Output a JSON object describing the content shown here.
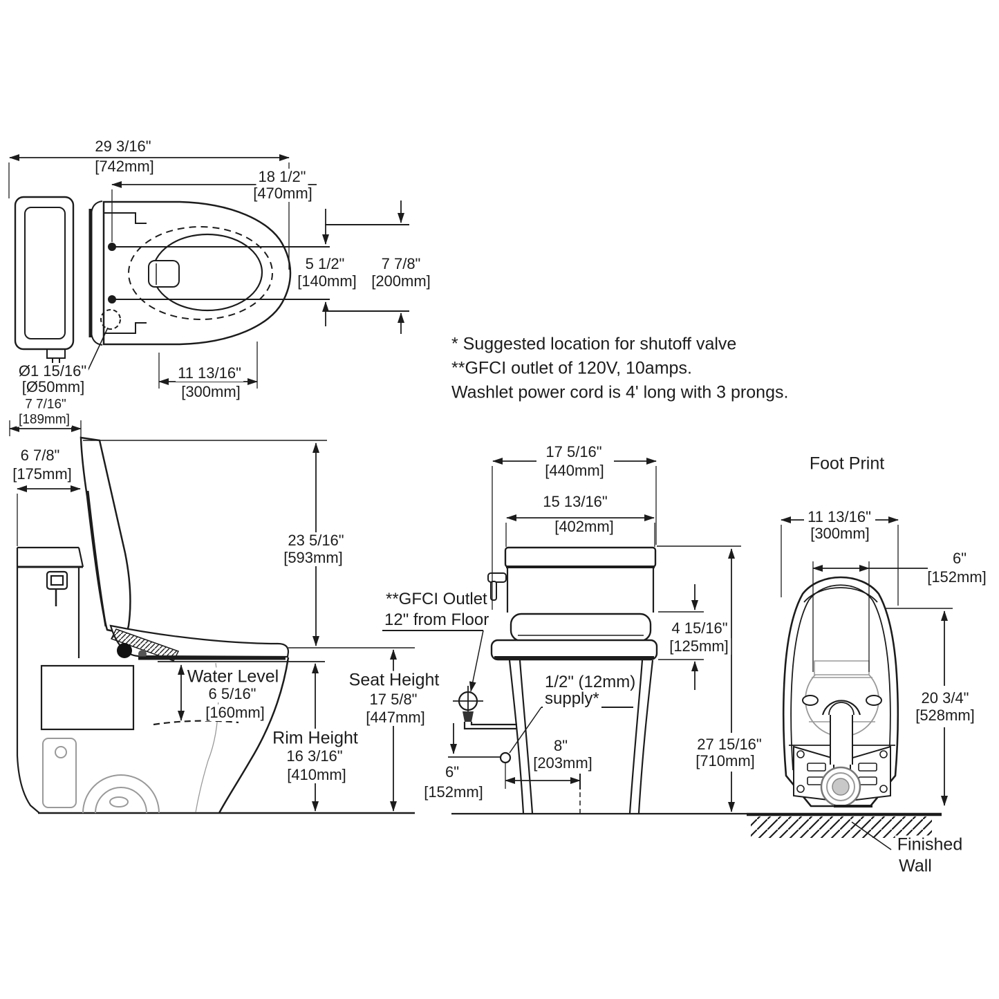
{
  "notes": {
    "line1": "* Suggested location for shutoff valve",
    "line2": "**GFCI outlet of 120V, 10amps.",
    "line3": "Washlet power cord is 4' long with 3 prongs."
  },
  "top_view": {
    "depth_in": "29 3/16\"",
    "depth_mm": "[742mm]",
    "hinge_to_front_in": "18 1/2\"",
    "hinge_to_front_mm": "[470mm]",
    "bolt_gap_in": "5 1/2\"",
    "bolt_gap_mm": "[140mm]",
    "seat_width_in": "7 7/8\"",
    "seat_width_mm": "[200mm]",
    "bowl_width_in": "11 13/16\"",
    "bowl_width_mm": "[300mm]",
    "spud_dia_in": "Ø1 15/16\"",
    "spud_dia_mm": "[Ø50mm]",
    "tank_offset_in": "7 7/16\"",
    "tank_offset_mm": "[189mm]"
  },
  "side_view": {
    "tank_depth_in": "6 7/8\"",
    "tank_depth_mm": "[175mm]",
    "lid_height_in": "23 5/16\"",
    "lid_height_mm": "[593mm]",
    "water_level_label": "Water Level",
    "water_level_in": "6 5/16\"",
    "water_level_mm": "[160mm]",
    "seat_height_label": "Seat Height",
    "seat_height_in": "17 5/8\"",
    "seat_height_mm": "[447mm]",
    "rim_height_label": "Rim Height",
    "rim_height_in": "16 3/16\"",
    "rim_height_mm": "[410mm]"
  },
  "front_view": {
    "gfci_label_line1": "**GFCI Outlet",
    "gfci_label_line2": "12\" from Floor",
    "overall_width_in": "17 5/16\"",
    "overall_width_mm": "[440mm]",
    "tank_width_in": "15 13/16\"",
    "tank_width_mm": "[402mm]",
    "washlet_height_in": "4 15/16\"",
    "washlet_height_mm": "[125mm]",
    "supply_label_line1": "1/2\" (12mm)",
    "supply_label_line2": "supply*",
    "supply_offset_in": "8\"",
    "supply_offset_mm": "[203mm]",
    "supply_height_in": "6\"",
    "supply_height_mm": "[152mm]",
    "overall_height_in": "27 15/16\"",
    "overall_height_mm": "[710mm]"
  },
  "footprint_view": {
    "title": "Foot Print",
    "base_width_in": "11 13/16\"",
    "base_width_mm": "[300mm]",
    "trap_width_in": "6\"",
    "trap_width_mm": "[152mm]",
    "base_depth_in": "20 3/4\"",
    "base_depth_mm": "[528mm]",
    "wall_label_line1": "Finished",
    "wall_label_line2": "Wall"
  }
}
